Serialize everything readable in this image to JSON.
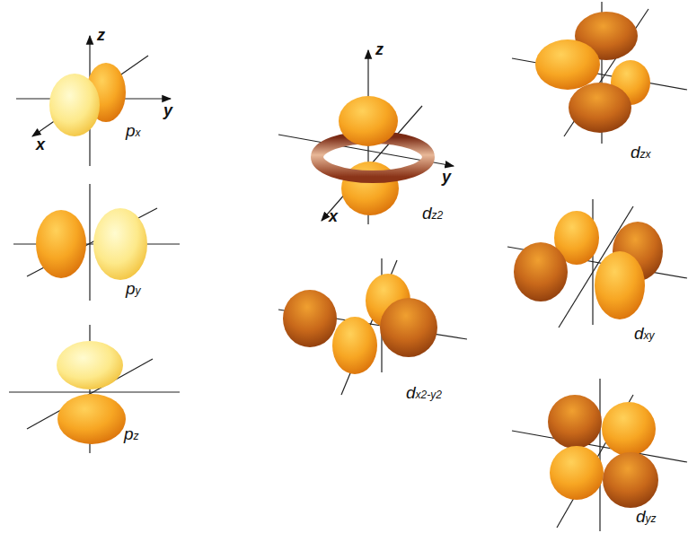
{
  "diagram": {
    "labels": [
      "z",
      "y",
      "x",
      "px",
      "py",
      "pz",
      "z",
      "y",
      "x",
      "dz2",
      "dx2-y2",
      "dzx",
      "dxy",
      "dyz"
    ]
  }
}
